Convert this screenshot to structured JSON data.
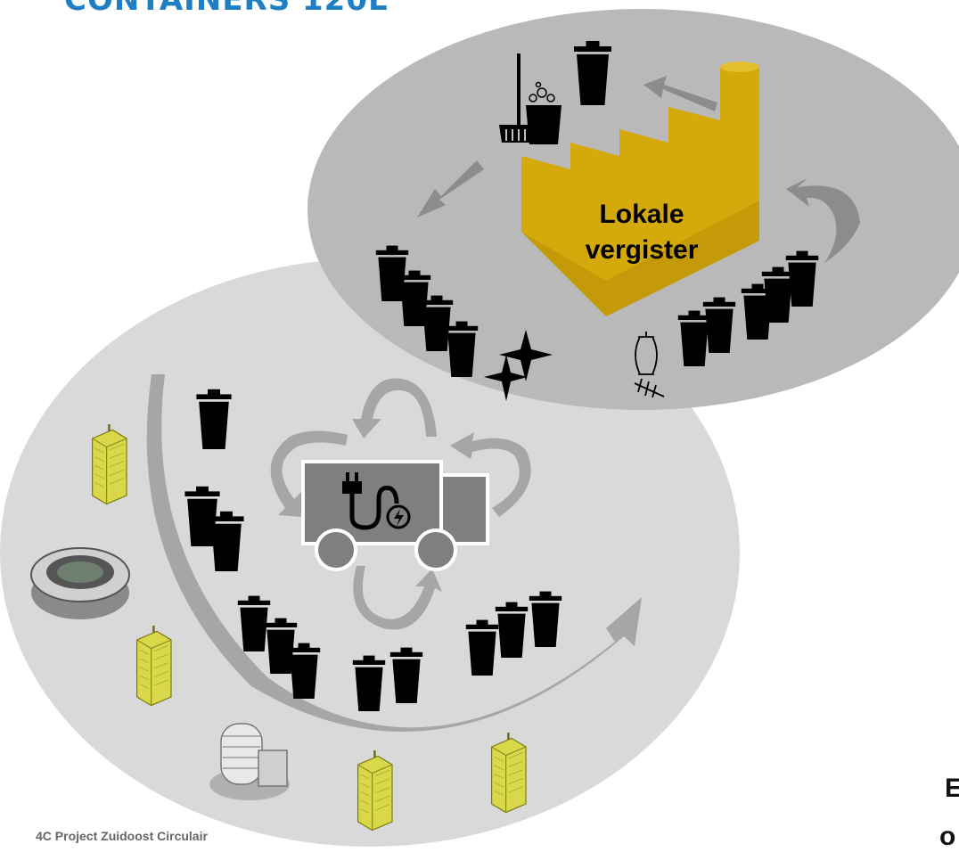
{
  "header": {
    "title": "CONTAINERS 120L"
  },
  "factory": {
    "line1": "Lokale",
    "line2": "vergister",
    "color": "#d4a90b"
  },
  "footer": {
    "text": "4C Project Zuidoost Circulair"
  },
  "edge_fragments": {
    "right_b": "E",
    "right_o": "o"
  },
  "palette": {
    "large_circle": "#d9d9d9",
    "small_circle": "#b5b5b5",
    "arrow": "#9a9a9a",
    "container": "#000000",
    "building": "#e6e64f"
  },
  "icons": [
    "cleaning-bucket-icon",
    "waste-container-icon",
    "factory-icon",
    "electric-truck-icon",
    "plug-icon",
    "sparkle-icon",
    "food-waste-icon",
    "office-building-icon",
    "stadium-icon"
  ]
}
